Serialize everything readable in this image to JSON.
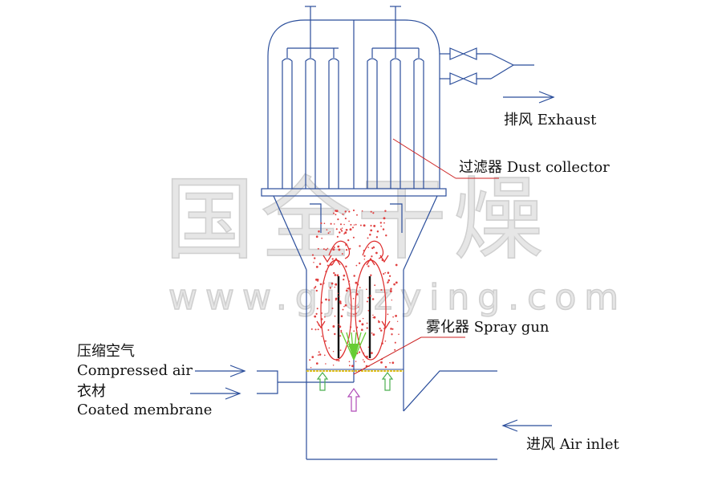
{
  "watermark": {
    "title": "国全干燥",
    "url": "www.gjgzying.com"
  },
  "labels": {
    "exhaust": "排风 Exhaust",
    "dust_collector": "过滤器 Dust collector",
    "spray_gun": "雾化器 Spray gun",
    "compressed_air_cn": "压缩空气",
    "compressed_air_en": "Compressed air",
    "coated_membrane_cn": "衣材",
    "coated_membrane_en": "Coated membrane",
    "air_inlet": "进风 Air inlet"
  },
  "colors": {
    "equipment": "#2b4e9b",
    "leader": "#cc2222",
    "flow": "#dd2a2a",
    "particles": "#e04040",
    "spray": "#66cc33",
    "green_arrow": "#4caf50",
    "purple_arrow": "#b04bb8",
    "distributor": "#e0c020"
  }
}
